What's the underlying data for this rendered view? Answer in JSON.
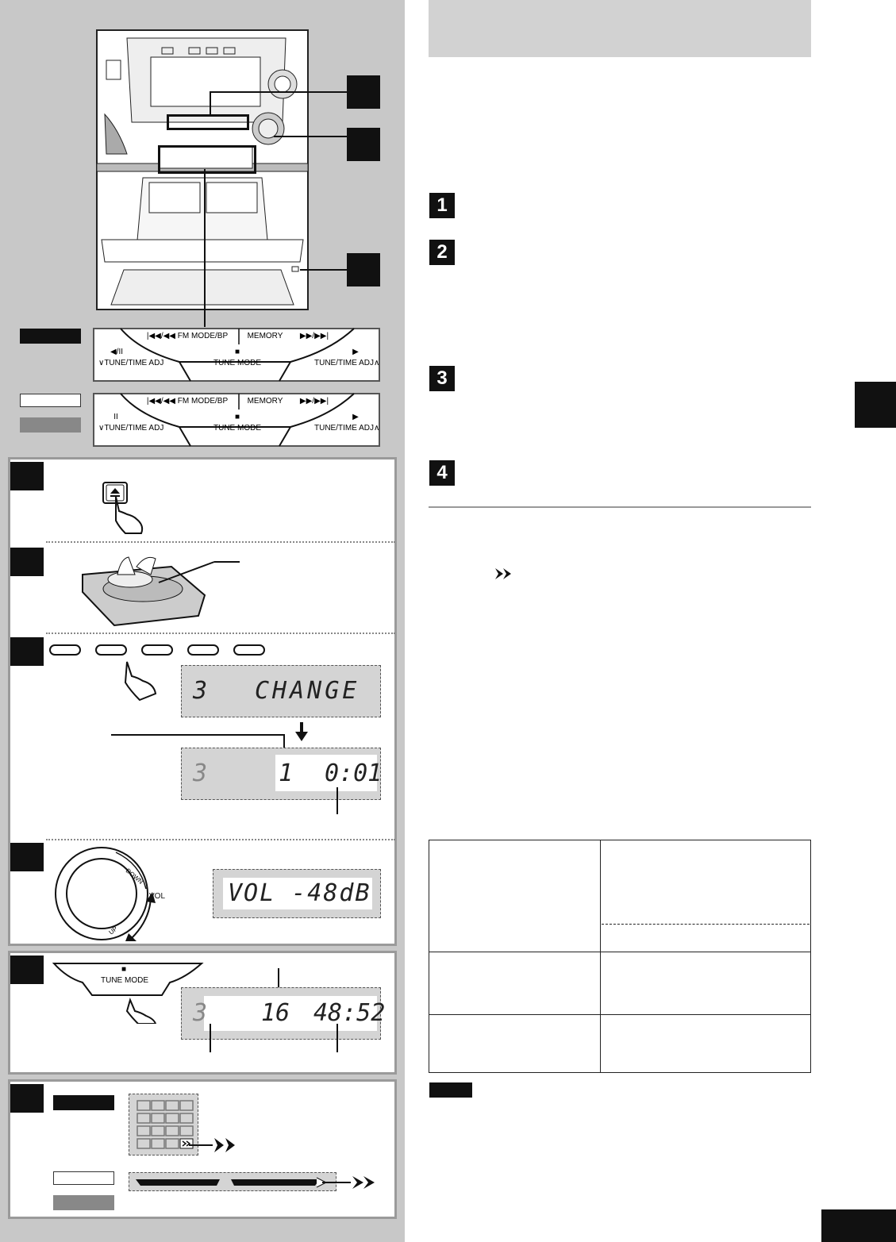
{
  "panel": {
    "remote_keys": {
      "top_left": "|◀◀/◀◀ FM MODE/BP",
      "top_right": "MEMORY",
      "top_right_arrows": "▶▶/▶▶|",
      "left_symbol_a": "◀/II",
      "left_symbol_b": "II",
      "left": "∨TUNE/TIME ADJ",
      "center_symbol": "■",
      "center": "TUNE MODE",
      "right_symbol": "▶",
      "right": "TUNE/TIME ADJ∧"
    }
  },
  "displays": {
    "change_disc": "3",
    "change_text": "CHANGE",
    "play_disc": "3",
    "play_track": "1",
    "play_time": "0:01",
    "vol_text": "VOL -48dB",
    "total_disc": "3",
    "total_tracks": "16",
    "total_time": "48:52"
  },
  "dial": {
    "vol_label": "VOL",
    "down_label": "DOWN",
    "up_label": "UP"
  },
  "tune_key": {
    "symbol": "■",
    "label": "TUNE MODE"
  },
  "steps": [
    "1",
    "2",
    "3",
    "4"
  ],
  "icons": [
    "eject-icon",
    "hand-press-icon",
    "double-chevron-icon",
    "down-arrow-icon"
  ]
}
